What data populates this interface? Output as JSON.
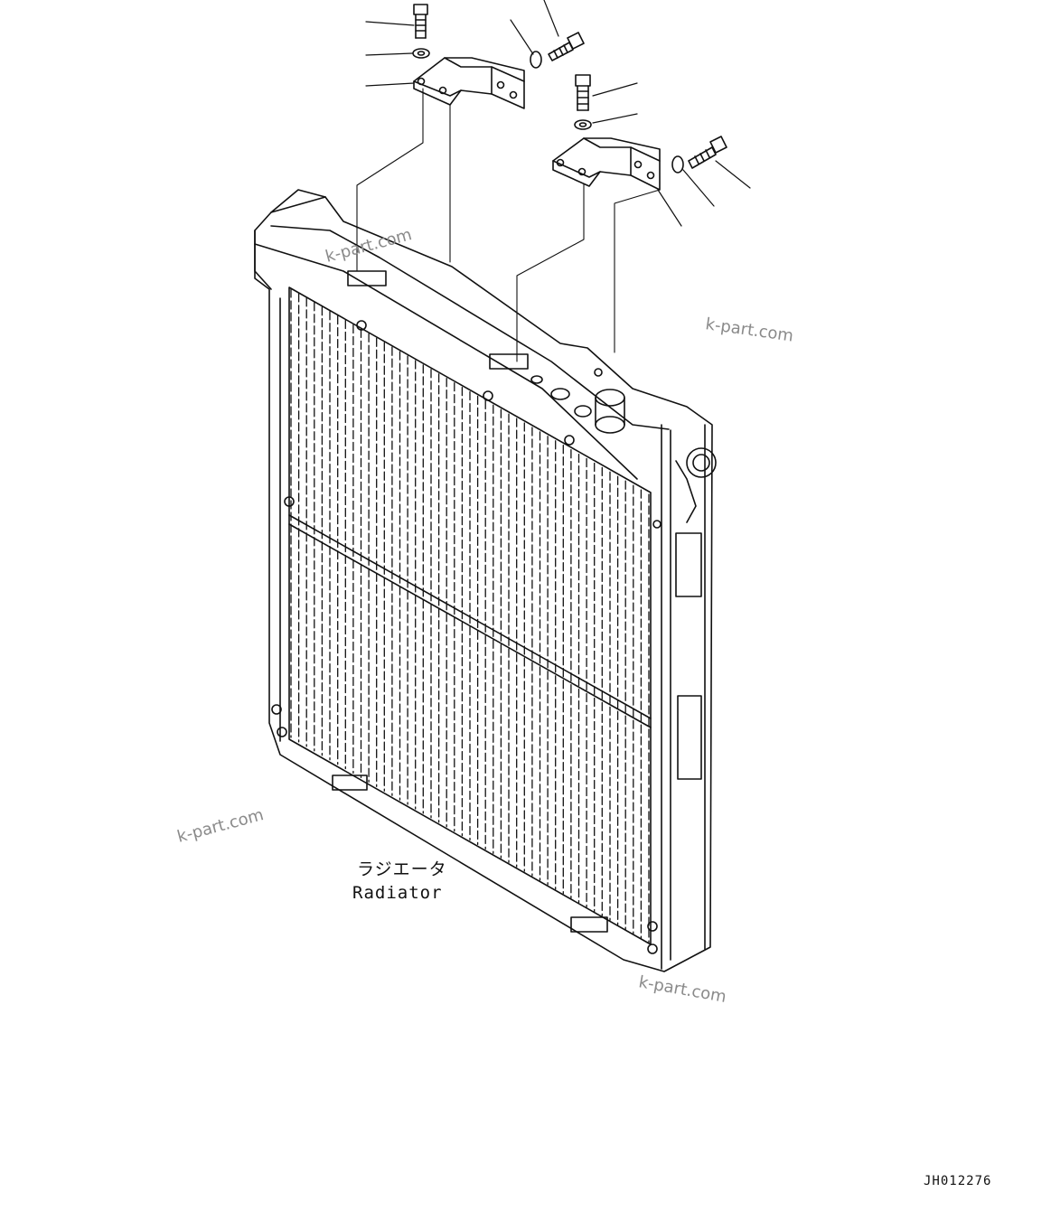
{
  "labels": {
    "part_jp": "ラジエータ",
    "part_en": "Radiator",
    "drawing_code": "JH012276"
  },
  "watermarks": [
    "k-part.com",
    "k-part.com",
    "k-part.com",
    "k-part.com"
  ]
}
